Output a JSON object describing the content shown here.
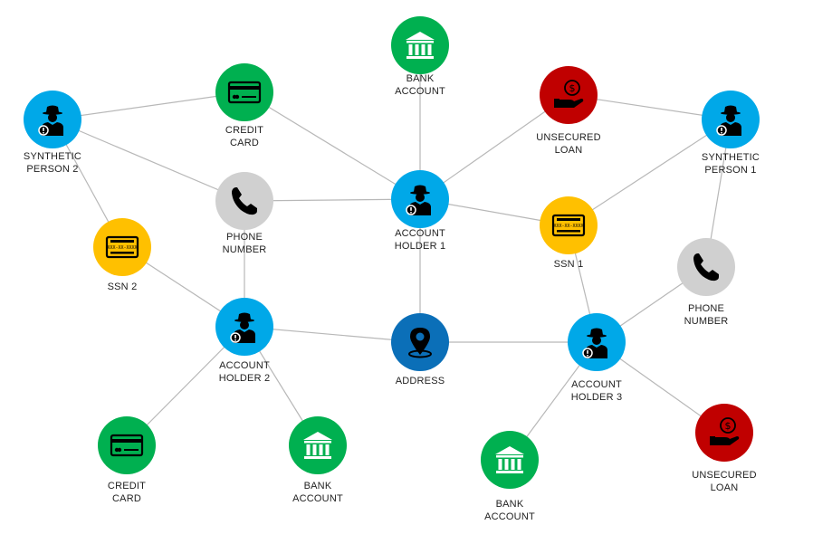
{
  "colors": {
    "person": "#00a8e8",
    "bank": "#00b050",
    "loan": "#c00000",
    "ssn": "#ffc000",
    "phone": "#d0d0d0",
    "address": "#0b6fb8",
    "edge": "#b8b8b8"
  },
  "nodes": [
    {
      "id": "bank-account-top",
      "kind": "bank",
      "icon": "bank-icon",
      "lines": [
        "BANK",
        "ACCOUNT"
      ]
    },
    {
      "id": "credit-card-top",
      "kind": "bank",
      "icon": "credit-card-icon",
      "lines": [
        "CREDIT",
        "CARD"
      ]
    },
    {
      "id": "unsecured-loan-top",
      "kind": "loan",
      "icon": "loan-icon",
      "lines": [
        "UNSECURED",
        "LOAN"
      ]
    },
    {
      "id": "synthetic-person-2",
      "kind": "person",
      "icon": "person-icon",
      "lines": [
        "SYNTHETIC",
        "PERSON 2"
      ]
    },
    {
      "id": "synthetic-person-1",
      "kind": "person",
      "icon": "person-icon",
      "lines": [
        "SYNTHETIC",
        "PERSON 1"
      ]
    },
    {
      "id": "phone-number-left",
      "kind": "phone",
      "icon": "phone-icon",
      "lines": [
        "PHONE",
        "NUMBER"
      ]
    },
    {
      "id": "account-holder-1",
      "kind": "person",
      "icon": "person-icon",
      "lines": [
        "ACCOUNT",
        "HOLDER 1"
      ]
    },
    {
      "id": "ssn-1",
      "kind": "ssn",
      "icon": "ssn-card-icon",
      "lines": [
        "SSN 1"
      ]
    },
    {
      "id": "ssn-2",
      "kind": "ssn",
      "icon": "ssn-card-icon",
      "lines": [
        "SSN 2"
      ]
    },
    {
      "id": "phone-number-right",
      "kind": "phone",
      "icon": "phone-icon",
      "lines": [
        "PHONE",
        "NUMBER"
      ]
    },
    {
      "id": "account-holder-2",
      "kind": "person",
      "icon": "person-icon",
      "lines": [
        "ACCOUNT",
        "HOLDER 2"
      ]
    },
    {
      "id": "address",
      "kind": "address",
      "icon": "location-pin-icon",
      "lines": [
        "ADDRESS"
      ]
    },
    {
      "id": "account-holder-3",
      "kind": "person",
      "icon": "person-icon",
      "lines": [
        "ACCOUNT",
        "HOLDER 3"
      ]
    },
    {
      "id": "credit-card-bottom",
      "kind": "bank",
      "icon": "credit-card-icon",
      "lines": [
        "CREDIT",
        "CARD"
      ]
    },
    {
      "id": "bank-account-bottom-left",
      "kind": "bank",
      "icon": "bank-icon",
      "lines": [
        "BANK",
        "ACCOUNT"
      ]
    },
    {
      "id": "bank-account-bottom-right",
      "kind": "bank",
      "icon": "bank-icon",
      "lines": [
        "BANK",
        "ACCOUNT"
      ]
    },
    {
      "id": "unsecured-loan-bottom",
      "kind": "loan",
      "icon": "loan-icon",
      "lines": [
        "UNSECURED",
        "LOAN"
      ]
    }
  ],
  "edges": [
    [
      "synthetic-person-2",
      "credit-card-top"
    ],
    [
      "credit-card-top",
      "account-holder-1"
    ],
    [
      "synthetic-person-2",
      "phone-number-left"
    ],
    [
      "synthetic-person-2",
      "ssn-2"
    ],
    [
      "bank-account-top",
      "account-holder-1"
    ],
    [
      "unsecured-loan-top",
      "account-holder-1"
    ],
    [
      "unsecured-loan-top",
      "synthetic-person-1"
    ],
    [
      "synthetic-person-1",
      "ssn-1"
    ],
    [
      "synthetic-person-1",
      "phone-number-right"
    ],
    [
      "phone-number-left",
      "account-holder-1"
    ],
    [
      "phone-number-left",
      "account-holder-2"
    ],
    [
      "account-holder-1",
      "ssn-1"
    ],
    [
      "account-holder-1",
      "address"
    ],
    [
      "ssn-2",
      "account-holder-2"
    ],
    [
      "ssn-1",
      "account-holder-3"
    ],
    [
      "phone-number-right",
      "account-holder-3"
    ],
    [
      "account-holder-2",
      "address"
    ],
    [
      "address",
      "account-holder-3"
    ],
    [
      "account-holder-2",
      "credit-card-bottom"
    ],
    [
      "account-holder-2",
      "bank-account-bottom-left"
    ],
    [
      "account-holder-3",
      "bank-account-bottom-right"
    ],
    [
      "account-holder-3",
      "unsecured-loan-bottom"
    ]
  ]
}
